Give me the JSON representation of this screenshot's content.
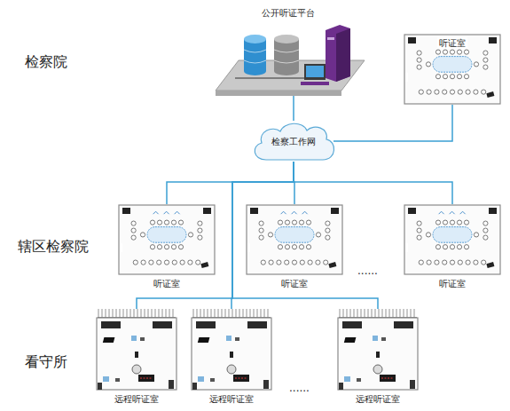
{
  "diagram": {
    "nodes": [
      {
        "text": [
          "公开听证平台"
        ]
      },
      {
        "text": [
          "听证室"
        ]
      },
      {
        "text": [
          "检察工作网"
        ]
      },
      {
        "text": [
          "听证室"
        ]
      },
      {
        "text": [
          "听证室"
        ]
      },
      {
        "text": [
          "听证室"
        ]
      },
      {
        "text": [
          "远程听证室"
        ]
      },
      {
        "text": [
          "远程听证室"
        ]
      },
      {
        "text": [
          "远程听证室"
        ]
      }
    ],
    "edges": [
      {
        "from": 0,
        "to": 2,
        "arrow": "none"
      },
      {
        "from": 1,
        "to": 2,
        "arrow": "none"
      },
      {
        "from": 2,
        "to": 3,
        "arrow": "none"
      },
      {
        "from": 2,
        "to": 4,
        "arrow": "none"
      },
      {
        "from": 2,
        "to": 5,
        "arrow": "none"
      },
      {
        "from": 2,
        "to": 6,
        "arrow": "none"
      },
      {
        "from": 2,
        "to": 7,
        "arrow": "none"
      },
      {
        "from": 2,
        "to": 8,
        "arrow": "none"
      }
    ],
    "labels": [
      "检察院",
      "辖区检察院",
      "看守所",
      "......",
      "......"
    ]
  }
}
